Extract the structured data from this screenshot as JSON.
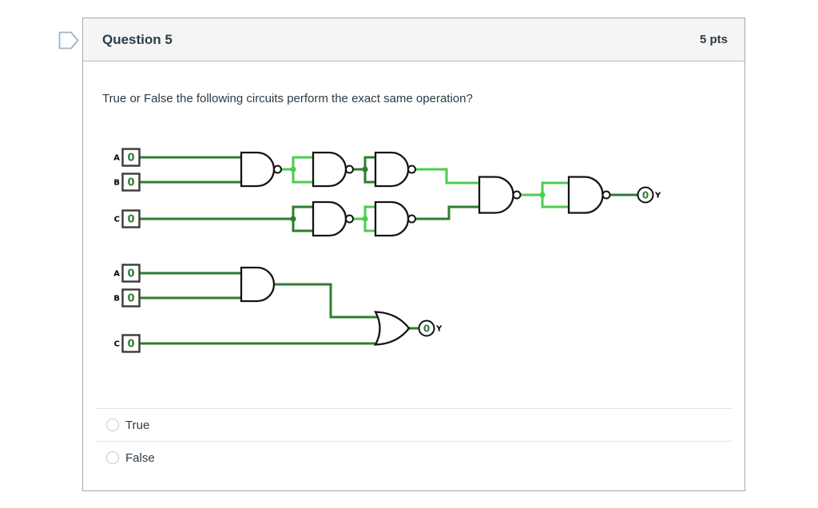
{
  "header": {
    "title": "Question 5",
    "points": "5 pts",
    "flag_icon": "question-flag"
  },
  "question": {
    "text": "True or False the following circuits perform the exact same operation?"
  },
  "circuit1": {
    "description": "NAND-only circuit: NAND(A,B) through two inverter-wired NANDs on top row, C through two inverter-wired NANDs on bottom row, combined by a NAND then a final inverter-wired NAND to output Y",
    "inputs": [
      {
        "label": "A",
        "value": "0"
      },
      {
        "label": "B",
        "value": "0"
      },
      {
        "label": "C",
        "value": "0"
      }
    ],
    "output": {
      "label": "Y",
      "value": "0"
    },
    "gate_summary": "7 NAND gates (5 wired as inverters with tied inputs)"
  },
  "circuit2": {
    "description": "A AND B feeding an OR gate together with C, output Y",
    "inputs": [
      {
        "label": "A",
        "value": "0"
      },
      {
        "label": "B",
        "value": "0"
      },
      {
        "label": "C",
        "value": "0"
      }
    ],
    "output": {
      "label": "Y",
      "value": "0"
    },
    "gate_summary": "1 AND gate, 1 OR gate"
  },
  "options": [
    {
      "label": "True",
      "selected": false
    },
    {
      "label": "False",
      "selected": false
    }
  ],
  "colors": {
    "wire-low": "#2e7d32",
    "wire-high": "#4ccc4c",
    "gate-stroke": "#141414",
    "header-bg": "#f5f5f5",
    "panel-border": "#a9a9a9",
    "text-dark": "#2d3b45",
    "divider": "#e3e3e3",
    "radio-border": "#c3c9cf",
    "flag-stroke": "#9fb3c8"
  }
}
